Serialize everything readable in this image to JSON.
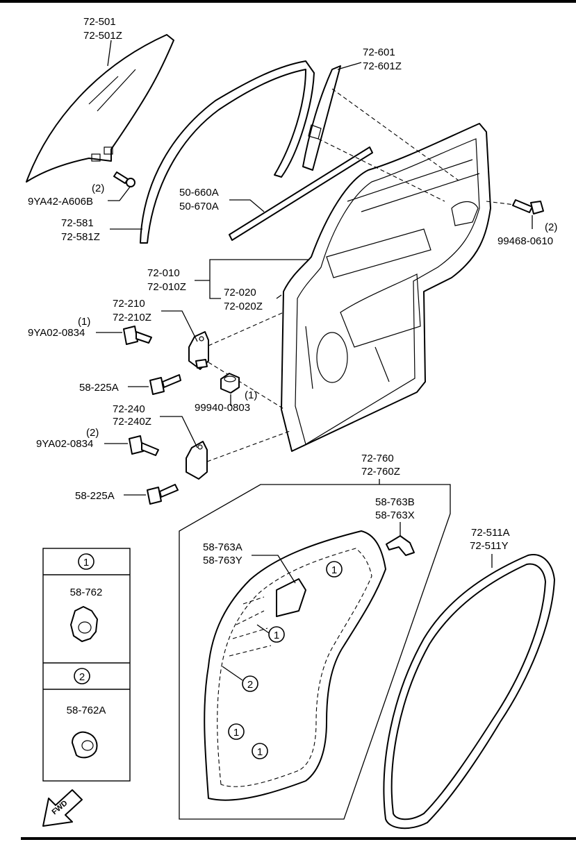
{
  "parts": {
    "glass": [
      "72-501",
      "72-501Z"
    ],
    "glass_bolt": {
      "qty": "(2)",
      "code": "9YA42-A606B"
    },
    "run_channel_front": [
      "72-581",
      "72-581Z"
    ],
    "run_channel_rear": [
      "72-601",
      "72-601Z"
    ],
    "weatherstrip_belt": [
      "50-660A",
      "50-670A"
    ],
    "door_bolt": {
      "qty": "(2)",
      "code": "99468-0610"
    },
    "door_panel_1": [
      "72-010",
      "72-010Z"
    ],
    "door_panel_2": [
      "72-020",
      "72-020Z"
    ],
    "upper_hinge": [
      "72-210",
      "72-210Z"
    ],
    "upper_hinge_bolt": {
      "qty": "(1)",
      "code": "9YA02-0834"
    },
    "upper_hinge_bolt2": "58-225A",
    "hinge_nut": {
      "qty": "(1)",
      "code": "99940-0803"
    },
    "lower_hinge": [
      "72-240",
      "72-240Z"
    ],
    "lower_hinge_bolt": {
      "qty": "(2)",
      "code": "9YA02-0834"
    },
    "lower_hinge_bolt2": "58-225A",
    "screen": [
      "72-760",
      "72-760Z"
    ],
    "screen_clip_a": [
      "58-763A",
      "58-763Y"
    ],
    "screen_clip_b": [
      "58-763B",
      "58-763X"
    ],
    "door_weatherstrip": [
      "72-511A",
      "72-511Y"
    ]
  },
  "callouts": {
    "one": "1",
    "two": "2"
  },
  "legend": {
    "row1": {
      "num": "1",
      "code": "58-762"
    },
    "row2": {
      "num": "2",
      "code": "58-762A"
    }
  },
  "fwd": "FWD"
}
